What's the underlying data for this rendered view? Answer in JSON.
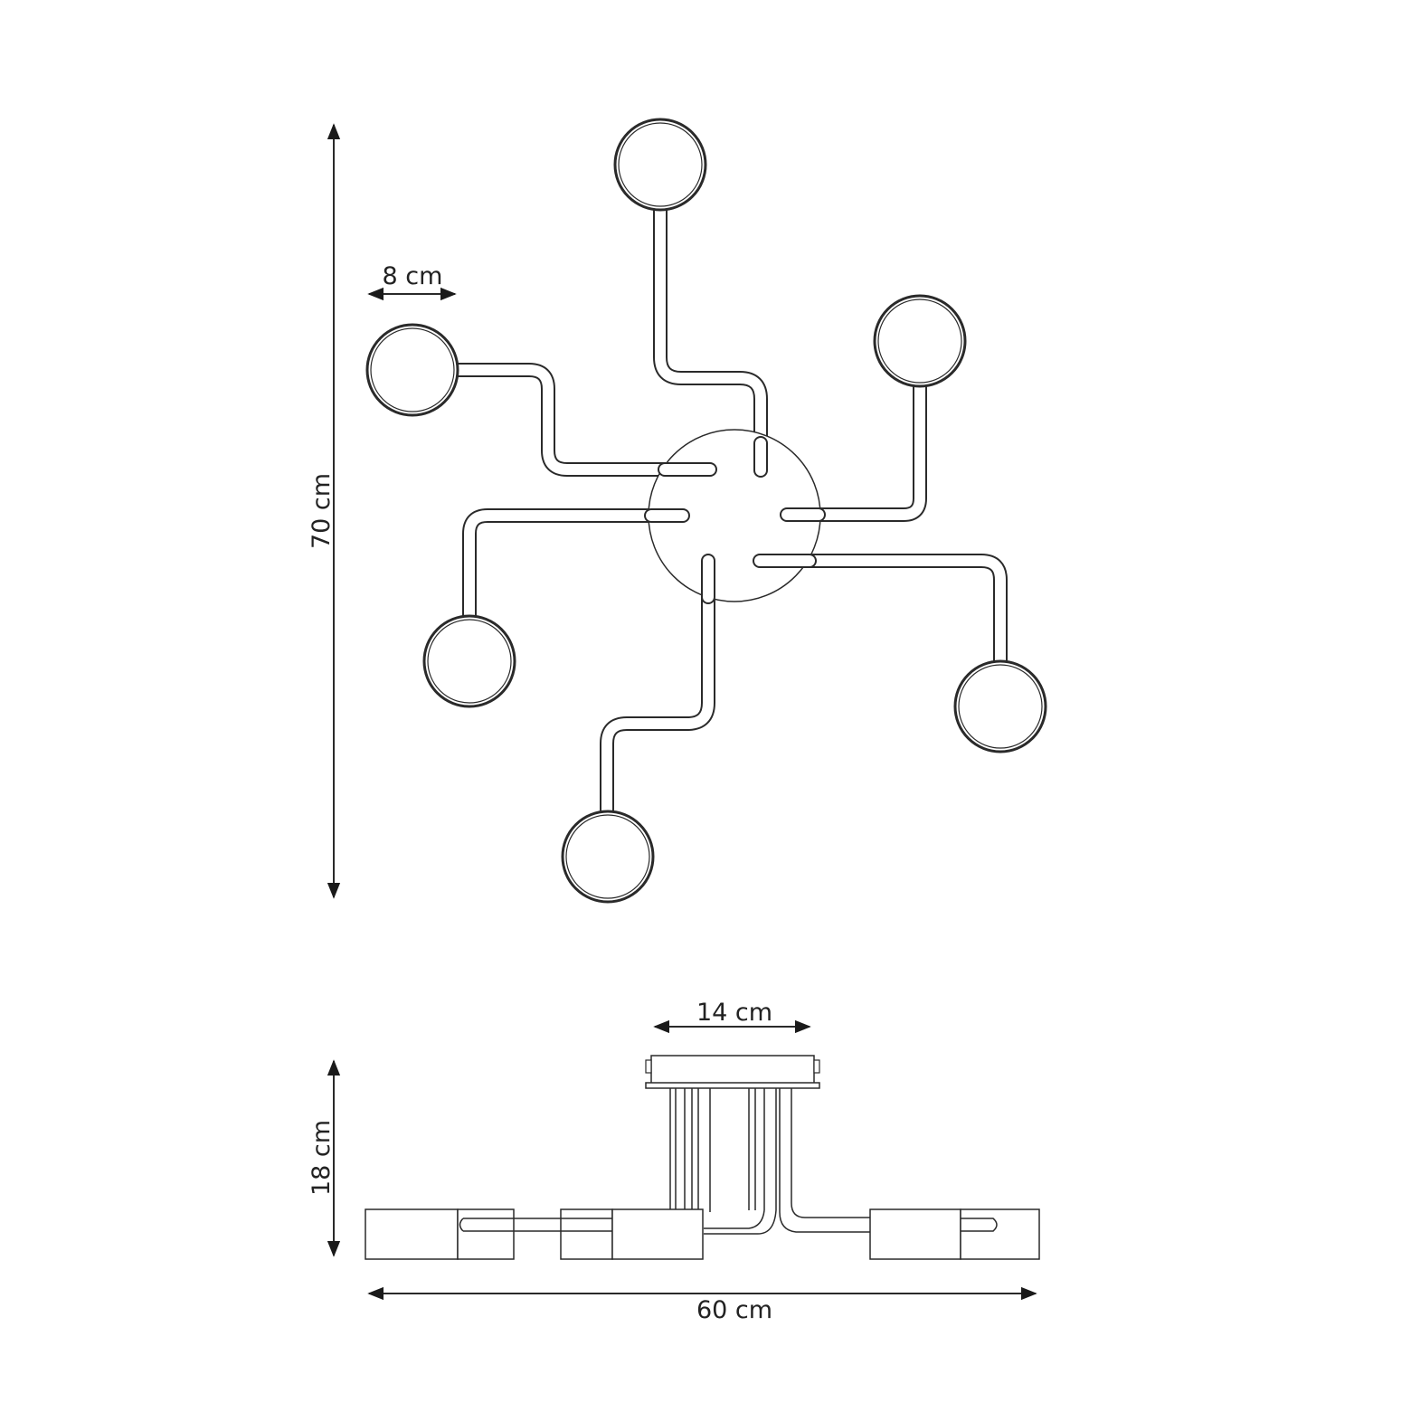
{
  "dimensions": {
    "top_view": {
      "height_label": "70 cm",
      "shade_label": "8 cm"
    },
    "side_view": {
      "canopy_label": "14 cm",
      "height_label": "18 cm",
      "width_label": "60 cm"
    }
  },
  "colors": {
    "stroke": "#2a2a2a",
    "background": "#ffffff",
    "text": "#222222"
  }
}
